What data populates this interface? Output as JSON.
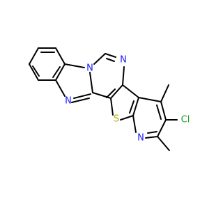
{
  "molecule": {
    "atoms": {
      "N_imine": {
        "symbol": "N",
        "color": "#1a1aff"
      },
      "N_bridge": {
        "symbol": "N",
        "color": "#1a1aff"
      },
      "N_pyrimidine": {
        "symbol": "N",
        "color": "#1a1aff"
      },
      "N_pyridine": {
        "symbol": "N",
        "color": "#1a1aff"
      },
      "S_thiophene": {
        "symbol": "S",
        "color": "#b8b000"
      },
      "Cl_substituent": {
        "symbol": "Cl",
        "color": "#1fa01f"
      }
    },
    "bond_color": "#000000"
  }
}
